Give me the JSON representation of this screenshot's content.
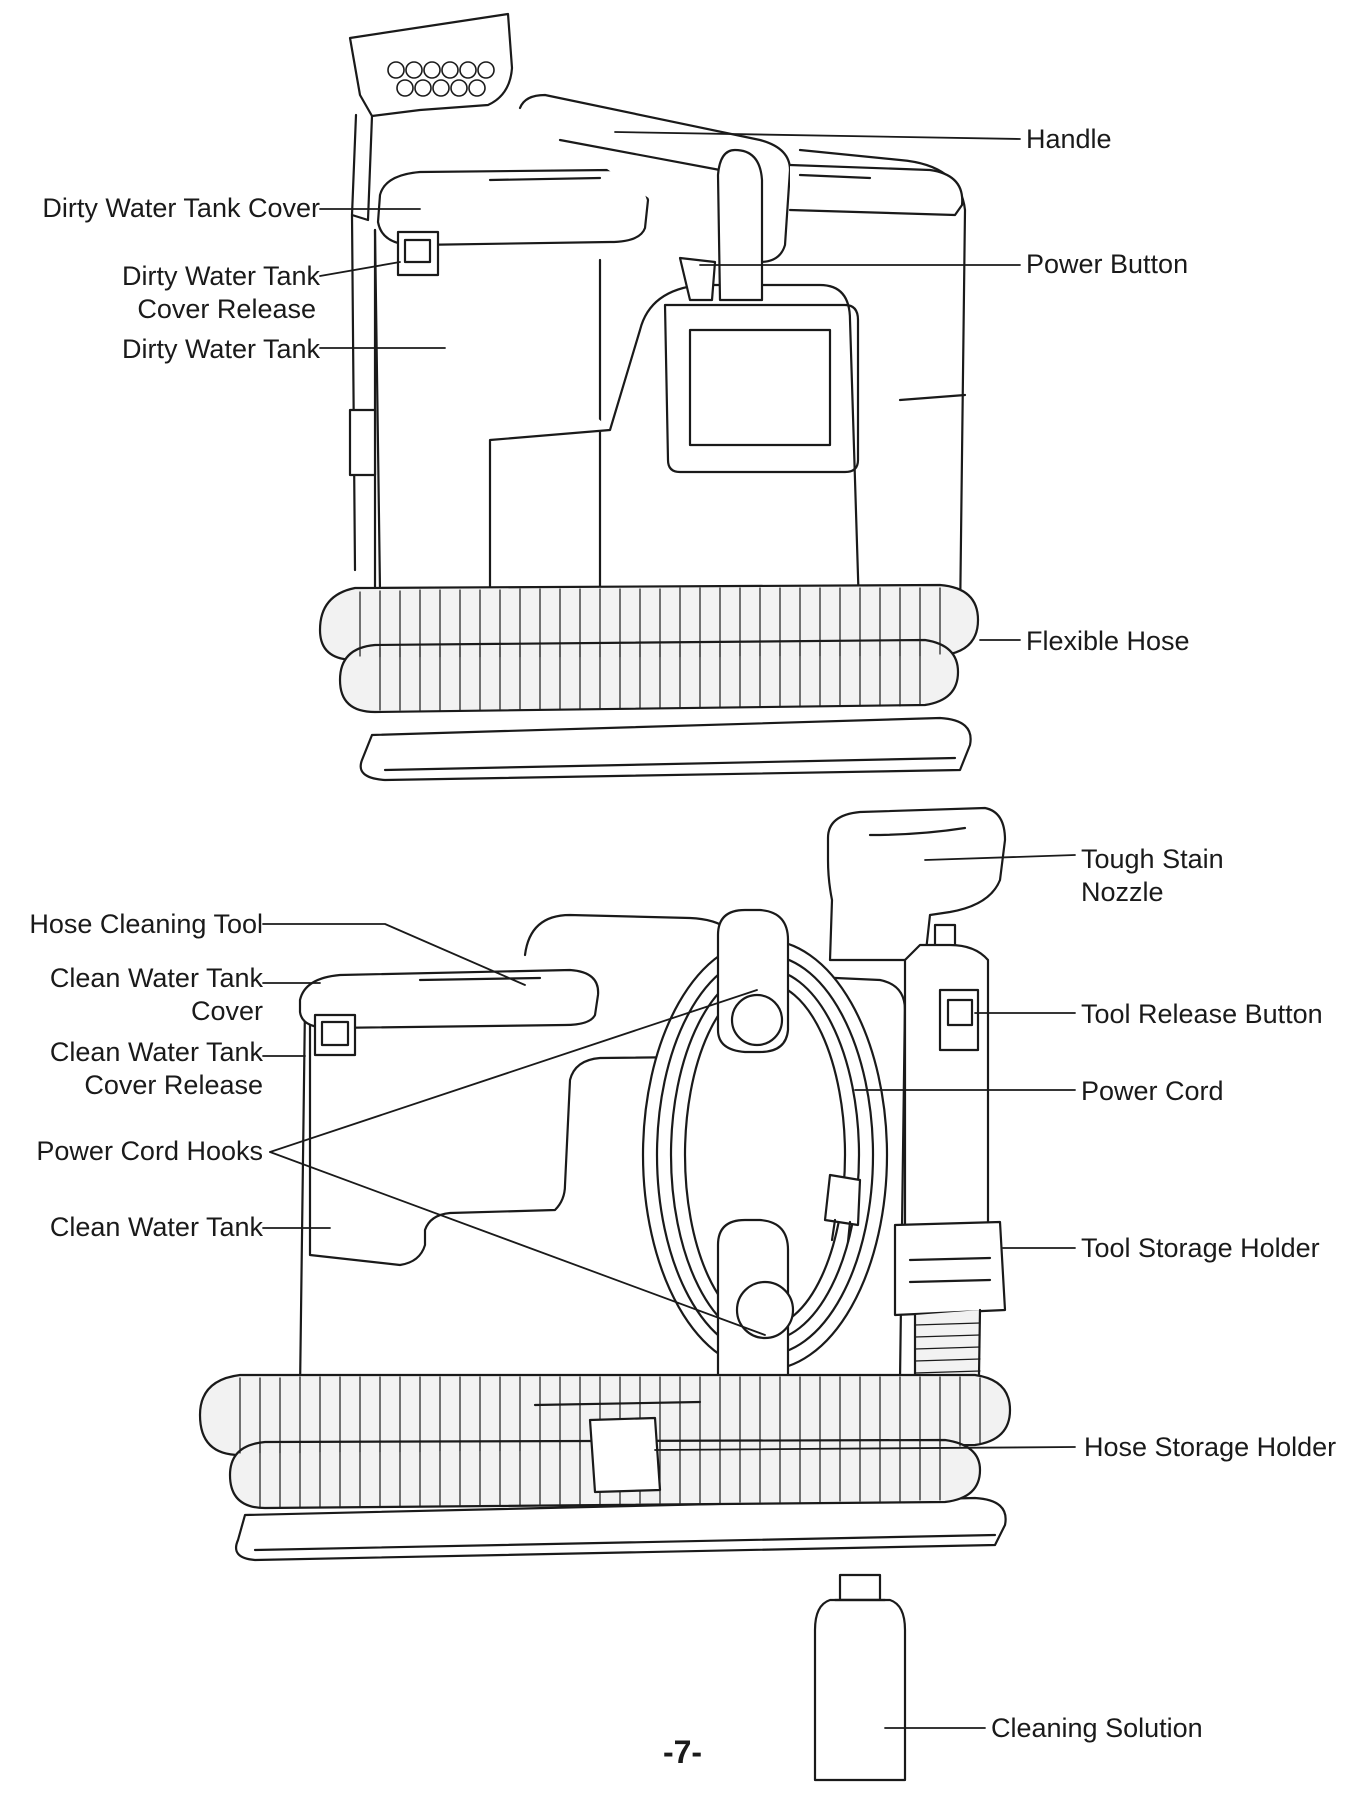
{
  "labels": {
    "handle": "Handle",
    "dirty_water_tank_cover": "Dirty Water Tank Cover",
    "power_button": "Power Button",
    "dirty_water_tank_cover_release_1": "Dirty Water Tank",
    "dirty_water_tank_cover_release_2": "Cover Release",
    "dirty_water_tank": "Dirty Water Tank",
    "flexible_hose": "Flexible Hose",
    "tough_stain_nozzle_1": "Tough Stain",
    "tough_stain_nozzle_2": "Nozzle",
    "hose_cleaning_tool": "Hose Cleaning Tool",
    "clean_water_tank_cover_1": "Clean Water Tank",
    "clean_water_tank_cover_2": "Cover",
    "tool_release_button": "Tool Release Button",
    "clean_water_tank_cover_release_1": "Clean Water Tank",
    "clean_water_tank_cover_release_2": "Cover Release",
    "power_cord": "Power Cord",
    "power_cord_hooks": "Power Cord Hooks",
    "clean_water_tank": "Clean Water Tank",
    "tool_storage_holder": "Tool Storage Holder",
    "hose_storage_holder": "Hose Storage Holder",
    "cleaning_solution": "Cleaning Solution"
  },
  "page_number": "-7-",
  "colors": {
    "line": "#1a1a1a",
    "fill": "#ffffff",
    "shade": "#f2f2f2"
  }
}
